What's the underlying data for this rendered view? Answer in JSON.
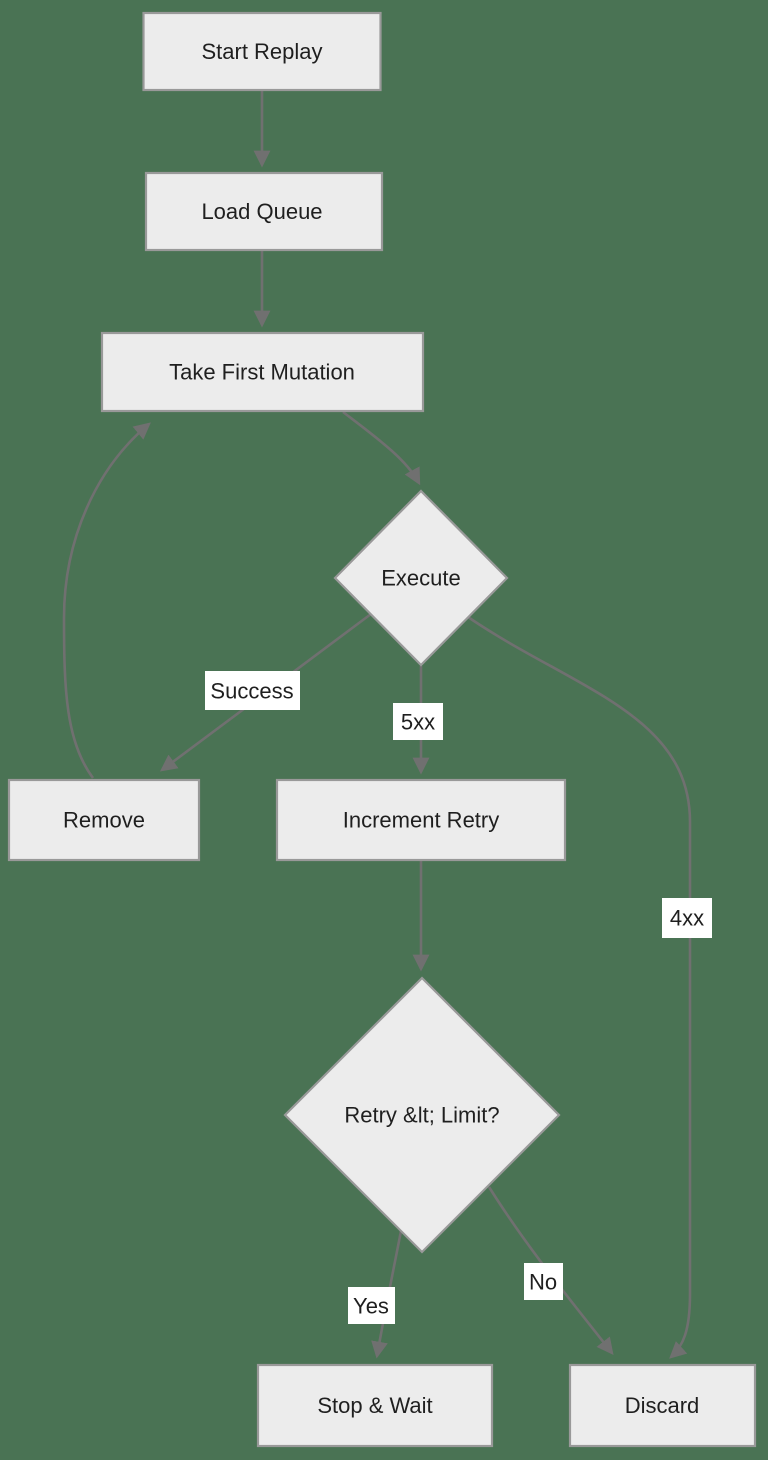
{
  "diagram": {
    "type": "flowchart",
    "direction": "top-down"
  },
  "colors": {
    "background": "#4a7354",
    "node_fill": "#ececec",
    "node_border": "#999999",
    "edge": "#707070",
    "label_bg": "#ffffff",
    "text": "#1f1f1f"
  },
  "nodes": {
    "start": {
      "label": "Start Replay",
      "shape": "rect"
    },
    "load": {
      "label": "Load Queue",
      "shape": "rect"
    },
    "take": {
      "label": "Take First Mutation",
      "shape": "rect"
    },
    "execute": {
      "label": "Execute",
      "shape": "diamond"
    },
    "remove": {
      "label": "Remove",
      "shape": "rect"
    },
    "increment": {
      "label": "Increment Retry",
      "shape": "rect"
    },
    "retry": {
      "label": "Retry &lt; Limit?",
      "shape": "diamond"
    },
    "stop": {
      "label": "Stop & Wait",
      "shape": "rect"
    },
    "discard": {
      "label": "Discard",
      "shape": "rect"
    }
  },
  "edge_labels": {
    "success": "Success",
    "http5xx": "5xx",
    "http4xx": "4xx",
    "yes": "Yes",
    "no": "No"
  },
  "edges": [
    {
      "from": "start",
      "to": "load",
      "label": ""
    },
    {
      "from": "load",
      "to": "take",
      "label": ""
    },
    {
      "from": "take",
      "to": "execute",
      "label": ""
    },
    {
      "from": "execute",
      "to": "remove",
      "label": "Success"
    },
    {
      "from": "execute",
      "to": "increment",
      "label": "5xx"
    },
    {
      "from": "execute",
      "to": "discard",
      "label": "4xx"
    },
    {
      "from": "remove",
      "to": "take",
      "label": ""
    },
    {
      "from": "increment",
      "to": "retry",
      "label": ""
    },
    {
      "from": "retry",
      "to": "stop",
      "label": "Yes"
    },
    {
      "from": "retry",
      "to": "discard",
      "label": "No"
    }
  ]
}
